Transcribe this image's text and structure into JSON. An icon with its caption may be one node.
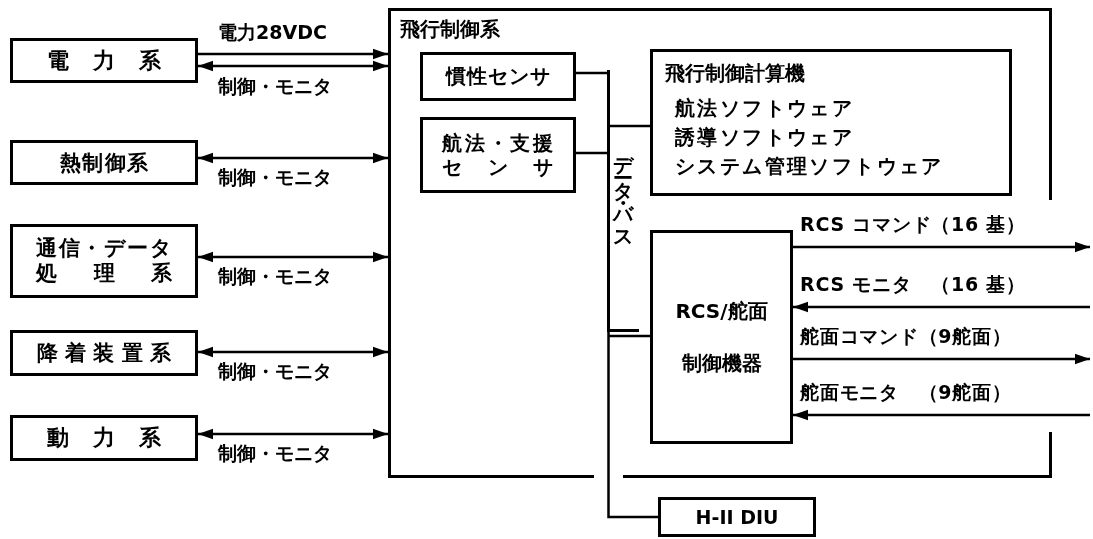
{
  "diagram": {
    "nodes": [
      {
        "text": [
          "電力系"
        ]
      },
      {
        "text": [
          "熱制御系"
        ]
      },
      {
        "text": [
          "通信・データ処理系"
        ]
      },
      {
        "text": [
          "降着装置系"
        ]
      },
      {
        "text": [
          "動力系"
        ]
      },
      {
        "text": [
          "飛行制御系"
        ]
      },
      {
        "text": [
          "慣性センサ"
        ],
        "in": 5
      },
      {
        "text": [
          "航法・支援センサ"
        ],
        "in": 5
      },
      {
        "text": [
          "データ・バス"
        ],
        "in": 5
      },
      {
        "text": [
          "飛行制御計算機",
          "航法ソフトウェア",
          "誘導ソフトウェア",
          "システム管理ソフトウェア"
        ],
        "in": 5
      },
      {
        "text": [
          "RCS/舵面制御機器"
        ],
        "in": 5
      },
      {
        "text": [
          "H-II DIU"
        ]
      }
    ],
    "edges": [
      {
        "from": 0,
        "to": 5,
        "arrow": "to",
        "label": "電力28VDC"
      },
      {
        "from": 0,
        "to": 5,
        "arrow": "both",
        "label": "制御・モニタ"
      },
      {
        "from": 1,
        "to": 5,
        "arrow": "both",
        "label": "制御・モニタ"
      },
      {
        "from": 2,
        "to": 5,
        "arrow": "both",
        "label": "制御・モニタ"
      },
      {
        "from": 3,
        "to": 5,
        "arrow": "both",
        "label": "制御・モニタ"
      },
      {
        "from": 4,
        "to": 5,
        "arrow": "both",
        "label": "制御・モニタ"
      },
      {
        "from": 6,
        "to": 8,
        "arrow": "none"
      },
      {
        "from": 7,
        "to": 8,
        "arrow": "none"
      },
      {
        "from": 8,
        "to": 9,
        "arrow": "none"
      },
      {
        "from": 8,
        "to": 10,
        "arrow": "none"
      },
      {
        "from": 8,
        "to": 11,
        "arrow": "none"
      },
      {
        "from": 10,
        "to": null,
        "arrow": "to",
        "label": "RCS コマンド（16 基）"
      },
      {
        "from": null,
        "to": 10,
        "arrow": "to",
        "label": "RCS モニタ　（16 基）"
      },
      {
        "from": 10,
        "to": null,
        "arrow": "to",
        "label": "舵面コマンド（9舵面）"
      },
      {
        "from": null,
        "to": 10,
        "arrow": "to",
        "label": "舵面モニタ　（9舵面）"
      }
    ]
  }
}
